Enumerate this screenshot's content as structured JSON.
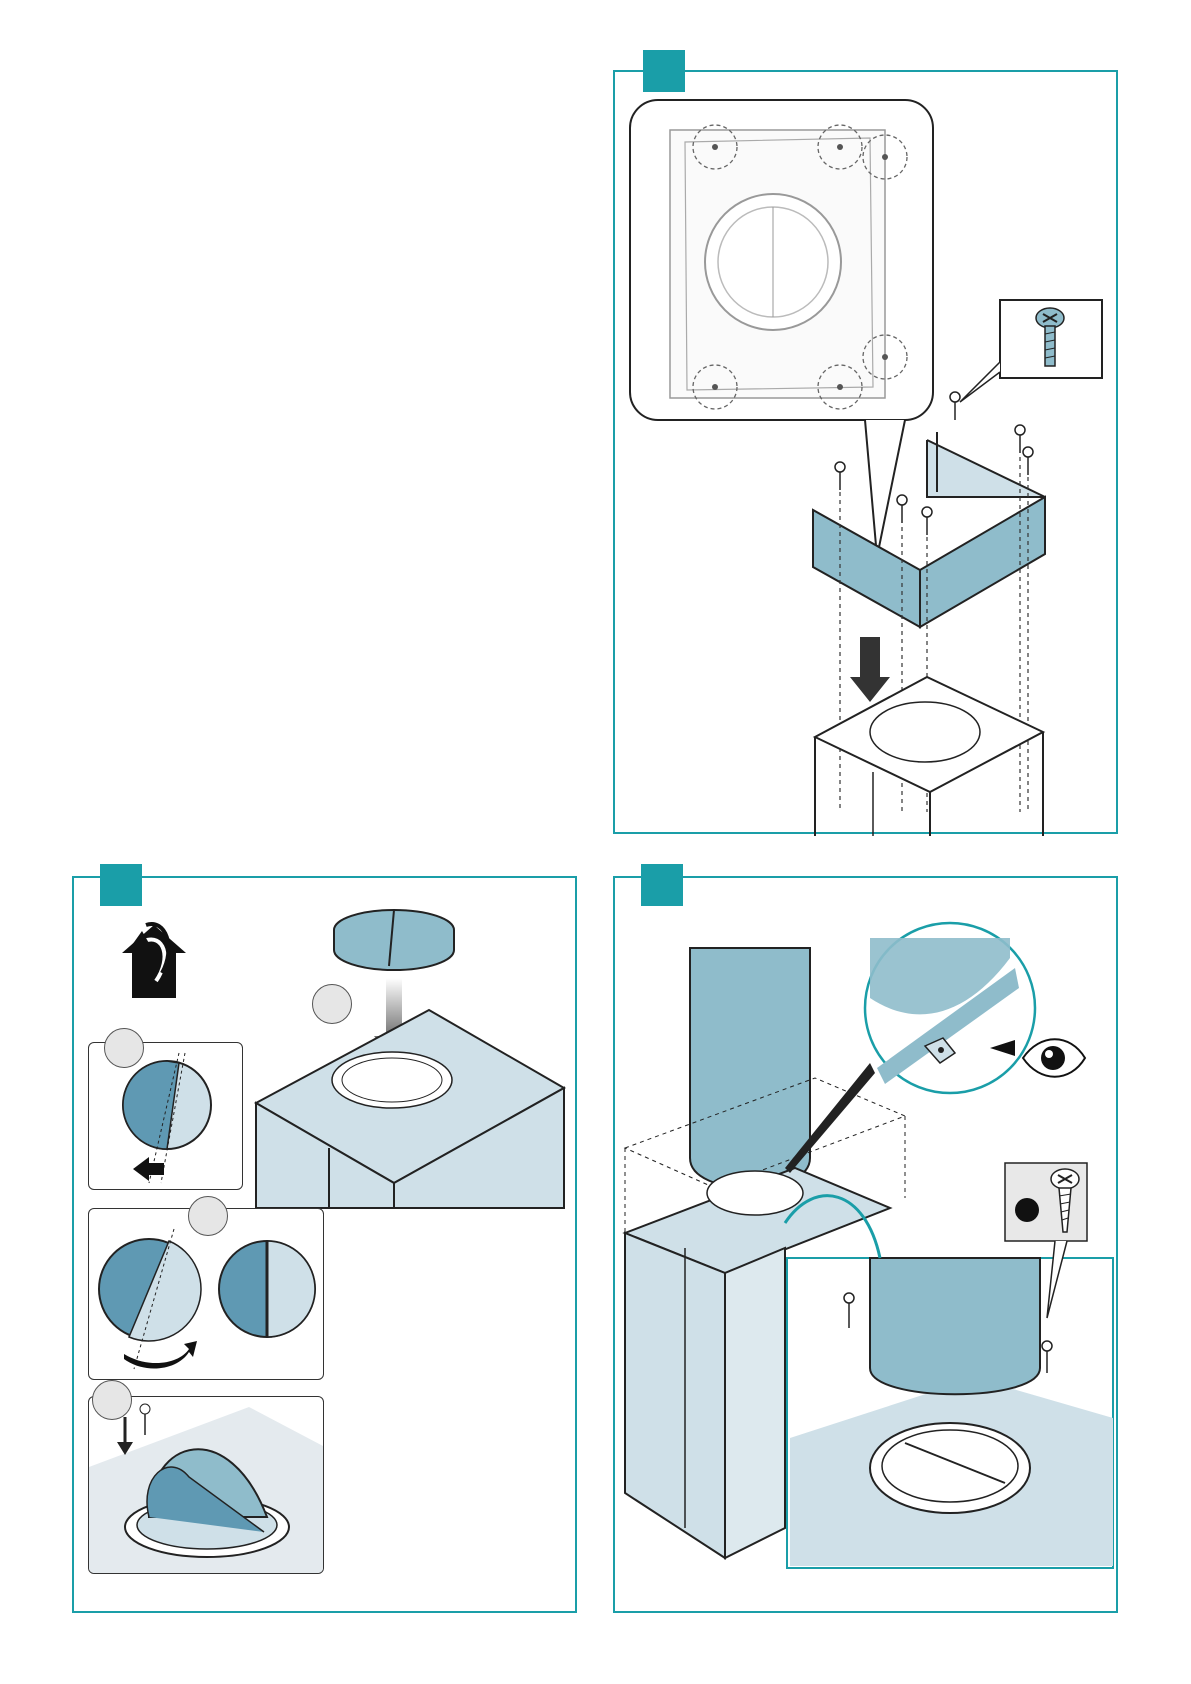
{
  "page": {
    "description_visible_text": []
  },
  "steps": [
    {
      "id": "step-a",
      "badge_color": "#1a9ea8"
    },
    {
      "id": "step-b",
      "badge_color": "#1a9ea8"
    },
    {
      "id": "step-c",
      "badge_color": "#1a9ea8"
    }
  ],
  "colors": {
    "accent": "#1a9ea8",
    "part_fill": "#8fbccb",
    "part_fill_light": "#cfe0e8",
    "line": "#222222"
  },
  "icons": [
    "screw-icon",
    "eye-icon",
    "house-exhaust-icon",
    "arrow-down-icon",
    "arrow-left-icon",
    "rotate-arrow-icon"
  ]
}
